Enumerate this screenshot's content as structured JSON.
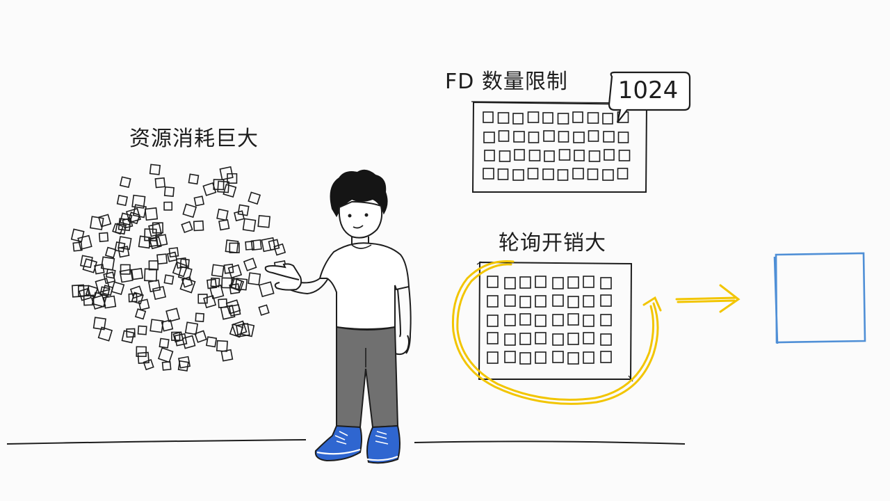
{
  "labels": {
    "fd_limit": "FD 数量限制",
    "resource_cost": "资源消耗巨大",
    "polling_cost": "轮询开销大"
  },
  "bubble": {
    "value": "1024"
  },
  "colors": {
    "ink": "#1d1d1d",
    "highlight_yellow": "#f2c500",
    "target_blue": "#4f8fd6",
    "shoe_blue": "#2f66d0",
    "pants_gray": "#707070"
  }
}
